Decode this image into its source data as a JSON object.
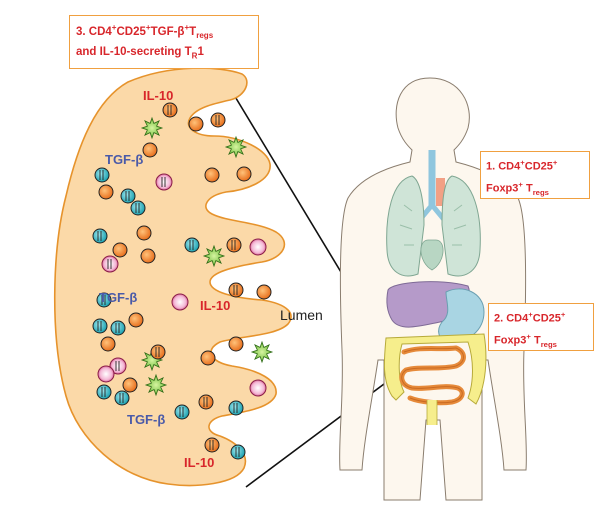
{
  "callouts": {
    "c3": {
      "num": "3. CD4",
      "sup1": "+",
      "t2": "CD25",
      "sup2": "+",
      "t3": "TGF-β",
      "sup3": "+",
      "t4": "T",
      "sub4": "regs",
      "line2_a": "and IL-10-secreting T",
      "line2_sub": "R",
      "line2_b": "1"
    },
    "c1": {
      "a": "1. CD4",
      "sa": "+",
      "b": "CD25",
      "sb": "+",
      "c": "Foxp3",
      "sc": "+",
      "d": " T",
      "sd": "regs"
    },
    "c2": {
      "a": "2. CD4",
      "sa": "+",
      "b": "CD25",
      "sb": "+",
      "c": "Foxp3",
      "sc": "+",
      "d": " T",
      "sd": "regs"
    }
  },
  "labels": {
    "il10_top": "IL-10",
    "tgf_1": "TGF-β",
    "tgf_2": "TGF-β",
    "il10_mid": "IL-10",
    "lumen": "Lumen",
    "tgf_3": "TGF-β",
    "il10_bottom": "IL-10"
  },
  "colors": {
    "villus_fill": "#fbd9a8",
    "villus_stroke": "#e6932c",
    "callout_border": "#f0a040",
    "callout_text": "#d8262b",
    "blue_label": "#4a5aa8",
    "orange_cell": "#f07f2a",
    "teal_cell": "#2fb3c0",
    "green_cell": "#7fcf3a",
    "lung": "#cfe4d7",
    "liver": "#b59ac9",
    "stomach": "#a9d5e3",
    "intestine": "#f6ee8c"
  }
}
